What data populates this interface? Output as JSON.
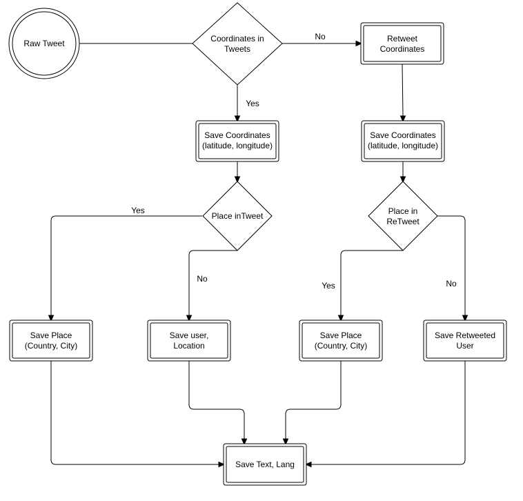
{
  "diagram": {
    "start": {
      "label": "Raw Tweet"
    },
    "coords_in_tweets": {
      "label_line1": "Coordinates in",
      "label_line2": "Tweets"
    },
    "retweet_coordinates": {
      "label_line1": "Retweet",
      "label_line2": "Coordinates"
    },
    "save_coords_left": {
      "label_line1": "Save Coordinates",
      "label_line2": "(latitude, longitude)"
    },
    "save_coords_right": {
      "label_line1": "Save Coordinates",
      "label_line2": "(latitude, longitude)"
    },
    "place_in_tweet": {
      "label": "Place inTweet"
    },
    "place_in_retweet": {
      "label_line1": "Place in",
      "label_line2": "ReTweet"
    },
    "save_place_left": {
      "label_line1": "Save Place",
      "label_line2": "(Country, City)"
    },
    "save_user_location": {
      "label_line1": "Save user,",
      "label_line2": "Location"
    },
    "save_place_right": {
      "label_line1": "Save Place",
      "label_line2": "(Country, City)"
    },
    "save_retweeted_user": {
      "label_line1": "Save Retweeted",
      "label_line2": "User"
    },
    "save_text_lang": {
      "label": "Save Text, Lang"
    },
    "edge_labels": {
      "coords_no": "No",
      "coords_yes": "Yes",
      "place_tweet_yes": "Yes",
      "place_tweet_no": "No",
      "place_retweet_yes": "Yes",
      "place_retweet_no": "No"
    }
  }
}
